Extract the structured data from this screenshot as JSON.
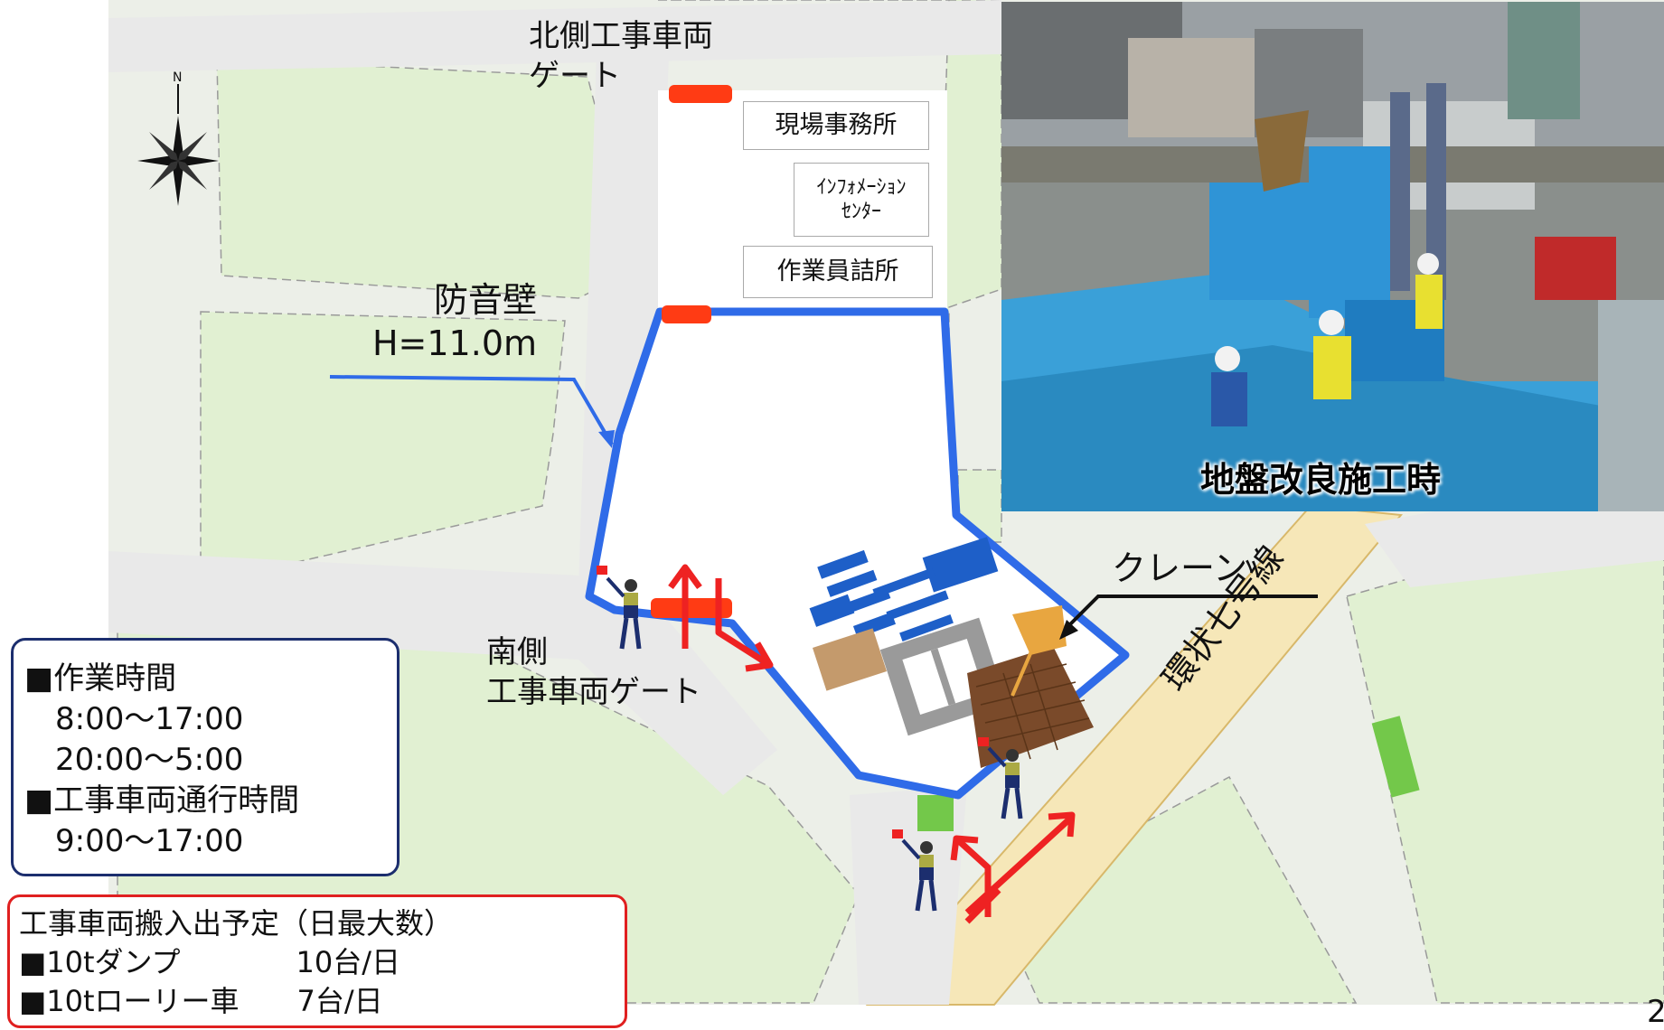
{
  "labels": {
    "north_gate": [
      "北側工事車両",
      "ゲート"
    ],
    "site_office": "現場事務所",
    "info_center": [
      "ｲﾝﾌｫﾒｰｼｮﾝ",
      "ｾﾝﾀｰ"
    ],
    "worker_station": "作業員詰所",
    "noise_wall": [
      "防音壁",
      "H=11.0m"
    ],
    "crane": "クレーン",
    "south_gate": [
      "南側",
      "工事車両ゲート"
    ],
    "road_name": "環状七号線",
    "photo_caption": "地盤改良施工時",
    "page_number": "2"
  },
  "schedule_box": {
    "lines": [
      "■作業時間",
      "8:00～17:00",
      "20:00～5:00",
      "■工事車両通行時間",
      "9:00～17:00"
    ]
  },
  "vehicle_box": {
    "lines": [
      "工事車両搬入出予定（日最大数）",
      "■10tダンプ　　　　10台/日",
      "■10tローリー車　　7台/日"
    ]
  },
  "colors": {
    "map_background": "#f2f5ee",
    "block_fill": "#e1f0d2",
    "road": "#eaeaea",
    "main_road": "#f6e7b8",
    "fence": "#2f6be8",
    "gate": "#ff3b14",
    "arrow": "#ee2222",
    "schedule_border": "#1c2e6e",
    "vehicle_border": "#e02020"
  },
  "icons": [
    "compass-rose-icon",
    "flagman-icon"
  ]
}
